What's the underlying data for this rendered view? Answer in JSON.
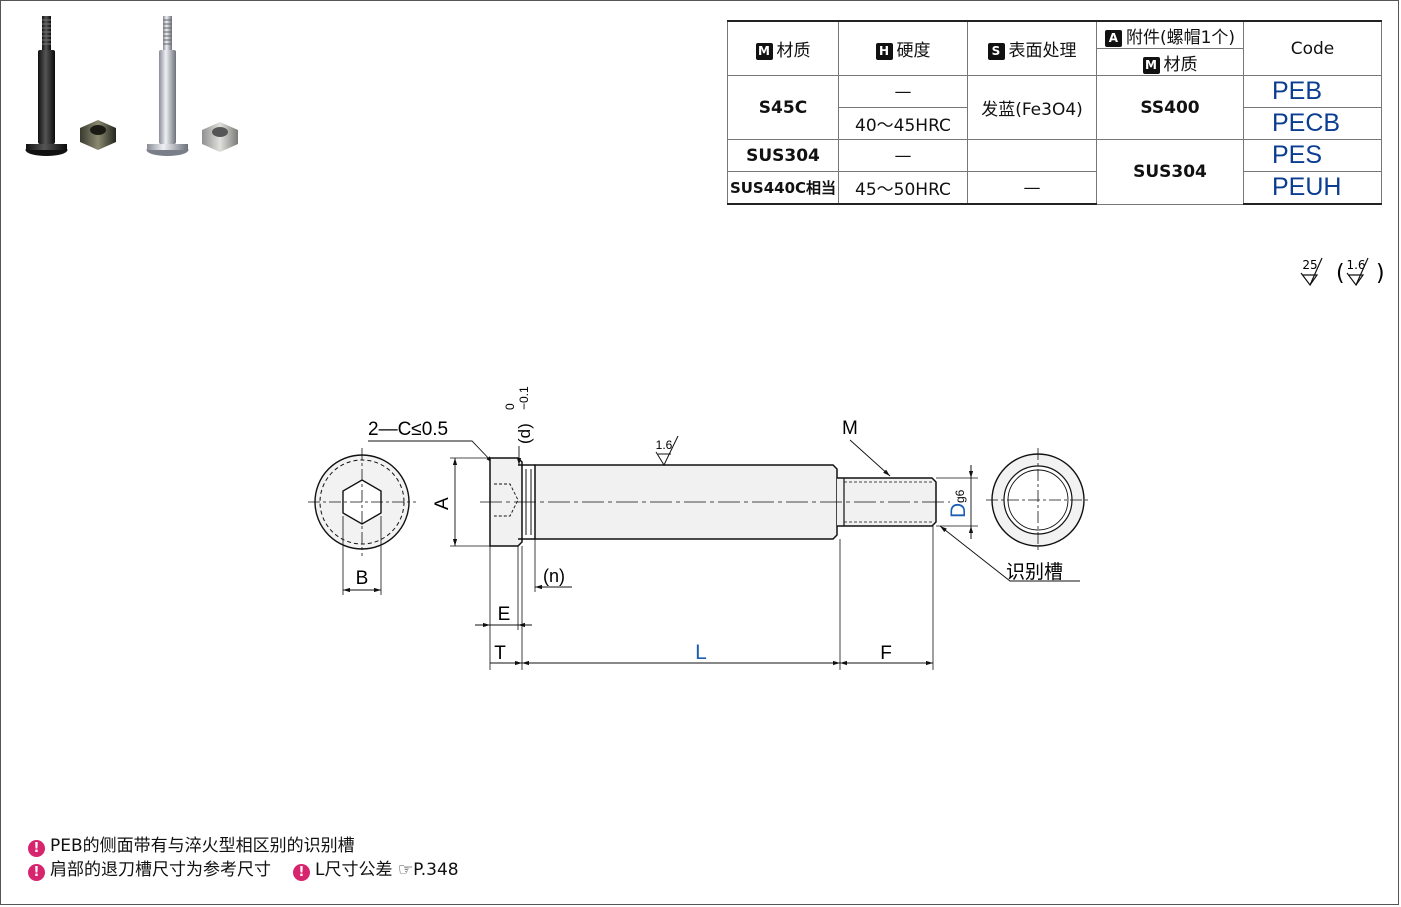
{
  "table": {
    "headers": {
      "material": "材质",
      "hardness": "硬度",
      "surface": "表面处理",
      "accessory": "附件(螺帽1个)",
      "accessory_material": "材质",
      "code": "Code"
    },
    "header_badges": {
      "material": "M",
      "hardness": "H",
      "surface": "S",
      "accessory": "A",
      "accessory_material": "M"
    },
    "rows": {
      "s45c": {
        "material": "S45C",
        "hardness_1": "—",
        "hardness_2": "40～45HRC",
        "surface": "发蓝(Fe3O4)",
        "nut": "SS400",
        "code_1": "PEB",
        "code_2": "PECB"
      },
      "sus304": {
        "material": "SUS304",
        "hardness": "—",
        "surface": "",
        "nut": "SUS304",
        "code": "PES"
      },
      "sus440c": {
        "material": "SUS440C相当",
        "hardness": "45～50HRC",
        "surface": "—",
        "code": "PEUH"
      }
    }
  },
  "roughness": {
    "general": "25",
    "specified": "1.6"
  },
  "drawing": {
    "chamfer": "2—C≤0.5",
    "d_label": "(d)",
    "d_tol_upper": "0",
    "d_tol_lower": "−0.1",
    "face_roughness": "1.6",
    "thread": "M",
    "dim_A": "A",
    "dim_B": "B",
    "dim_n": "(n)",
    "dim_E": "E",
    "dim_T": "T",
    "dim_L": "L",
    "dim_F": "F",
    "dim_D": "D",
    "dim_D_tol": "g6",
    "groove": "识别槽"
  },
  "notes": [
    {
      "text": "PEB的侧面带有与淬火型相区别的识别槽"
    },
    {
      "text": "肩部的退刀槽尺寸为参考尺寸",
      "extra": "L尺寸公差",
      "ref": "P.348"
    }
  ],
  "colors": {
    "code": "#0b3d91",
    "dim_blue": "#1a5fb4",
    "warn": "#d6246e"
  }
}
